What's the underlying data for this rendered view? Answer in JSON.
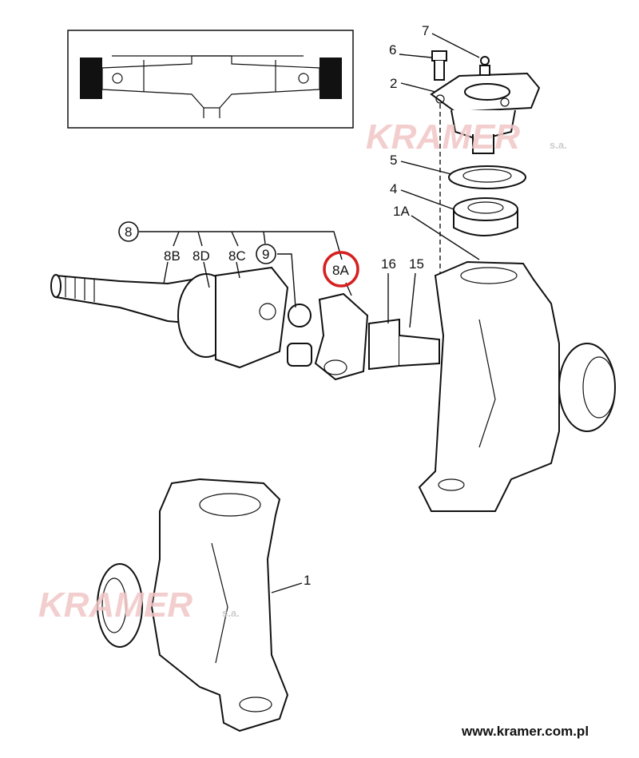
{
  "diagram": {
    "labels": {
      "l7": "7",
      "l6": "6",
      "l2": "2",
      "l5": "5",
      "l4": "4",
      "l1A": "1A",
      "l8": "8",
      "l8B": "8B",
      "l8D": "8D",
      "l8C": "8C",
      "l9": "9",
      "l8A": "8A",
      "l16": "16",
      "l15": "15",
      "l1": "1"
    },
    "highlight_color": "#d62020",
    "highlighted_part": "8A"
  },
  "watermark": {
    "brand": "KRAMER",
    "suffix": "s.a."
  },
  "footer": {
    "url": "www.kramer.com.pl"
  }
}
